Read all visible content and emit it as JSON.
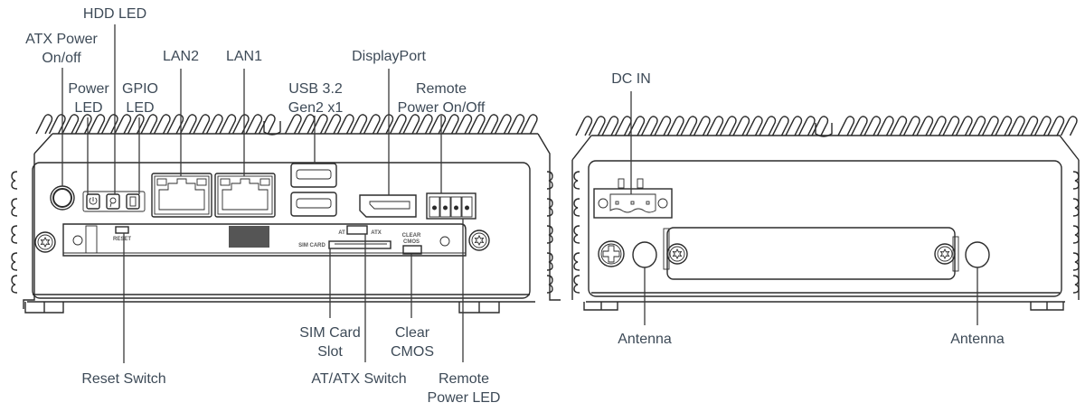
{
  "front_view": {
    "labels": {
      "hdd_led": "HDD LED",
      "atx_power": [
        "ATX Power",
        "On/off"
      ],
      "power_led": [
        "Power",
        "LED"
      ],
      "gpio_led": [
        "GPIO",
        "LED"
      ],
      "lan2": "LAN2",
      "lan1": "LAN1",
      "usb": [
        "USB 3.2",
        "Gen2 x1"
      ],
      "displayport": "DisplayPort",
      "remote_power": [
        "Remote",
        "Power On/Off"
      ],
      "reset_switch": "Reset Switch",
      "sim_card": [
        "SIM Card",
        "Slot"
      ],
      "at_atx_switch": "AT/ATX Switch",
      "clear_cmos": [
        "Clear",
        "CMOS"
      ],
      "remote_power_led": [
        "Remote",
        "Power LED"
      ]
    },
    "silkscreen": {
      "reset": "RESET",
      "sim_card": "SIM CARD",
      "at": "AT",
      "atx": "ATX",
      "clear": "CLEAR",
      "cmos": "CMOS"
    }
  },
  "rear_view": {
    "labels": {
      "dc_in": "DC IN",
      "antenna_left": "Antenna",
      "antenna_right": "Antenna"
    }
  }
}
